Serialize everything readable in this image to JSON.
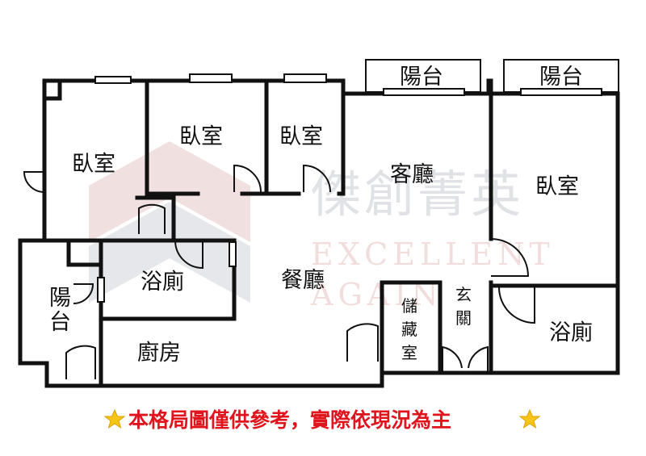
{
  "rooms": {
    "bedroom_left": "臥室",
    "bedroom_mid": "臥室",
    "bedroom_small": "臥室",
    "bedroom_right": "臥室",
    "balcony_top_mid": "陽台",
    "balcony_top_right": "陽台",
    "balcony_left": "陽台",
    "living_room": "客廳",
    "dining_room": "餐廳",
    "bathroom_left": "浴廁",
    "bathroom_right": "浴廁",
    "kitchen": "廚房",
    "storage_room": "儲藏室",
    "entrance": "玄關"
  },
  "watermark": {
    "chinese": "傑創菁英",
    "english_line1": "EXCELLENT",
    "english_line2": "AGAIN"
  },
  "disclaimer": {
    "icon_left": "star-icon",
    "text": "本格局圖僅供參考，實際依現況為主",
    "icon_right": "star-icon"
  },
  "colors": {
    "wall": "#111111",
    "disclaimer": "#e0141c",
    "star": "#f5c518",
    "watermark_gray": "#c9ccd2",
    "watermark_red": "#e9c2c2"
  }
}
